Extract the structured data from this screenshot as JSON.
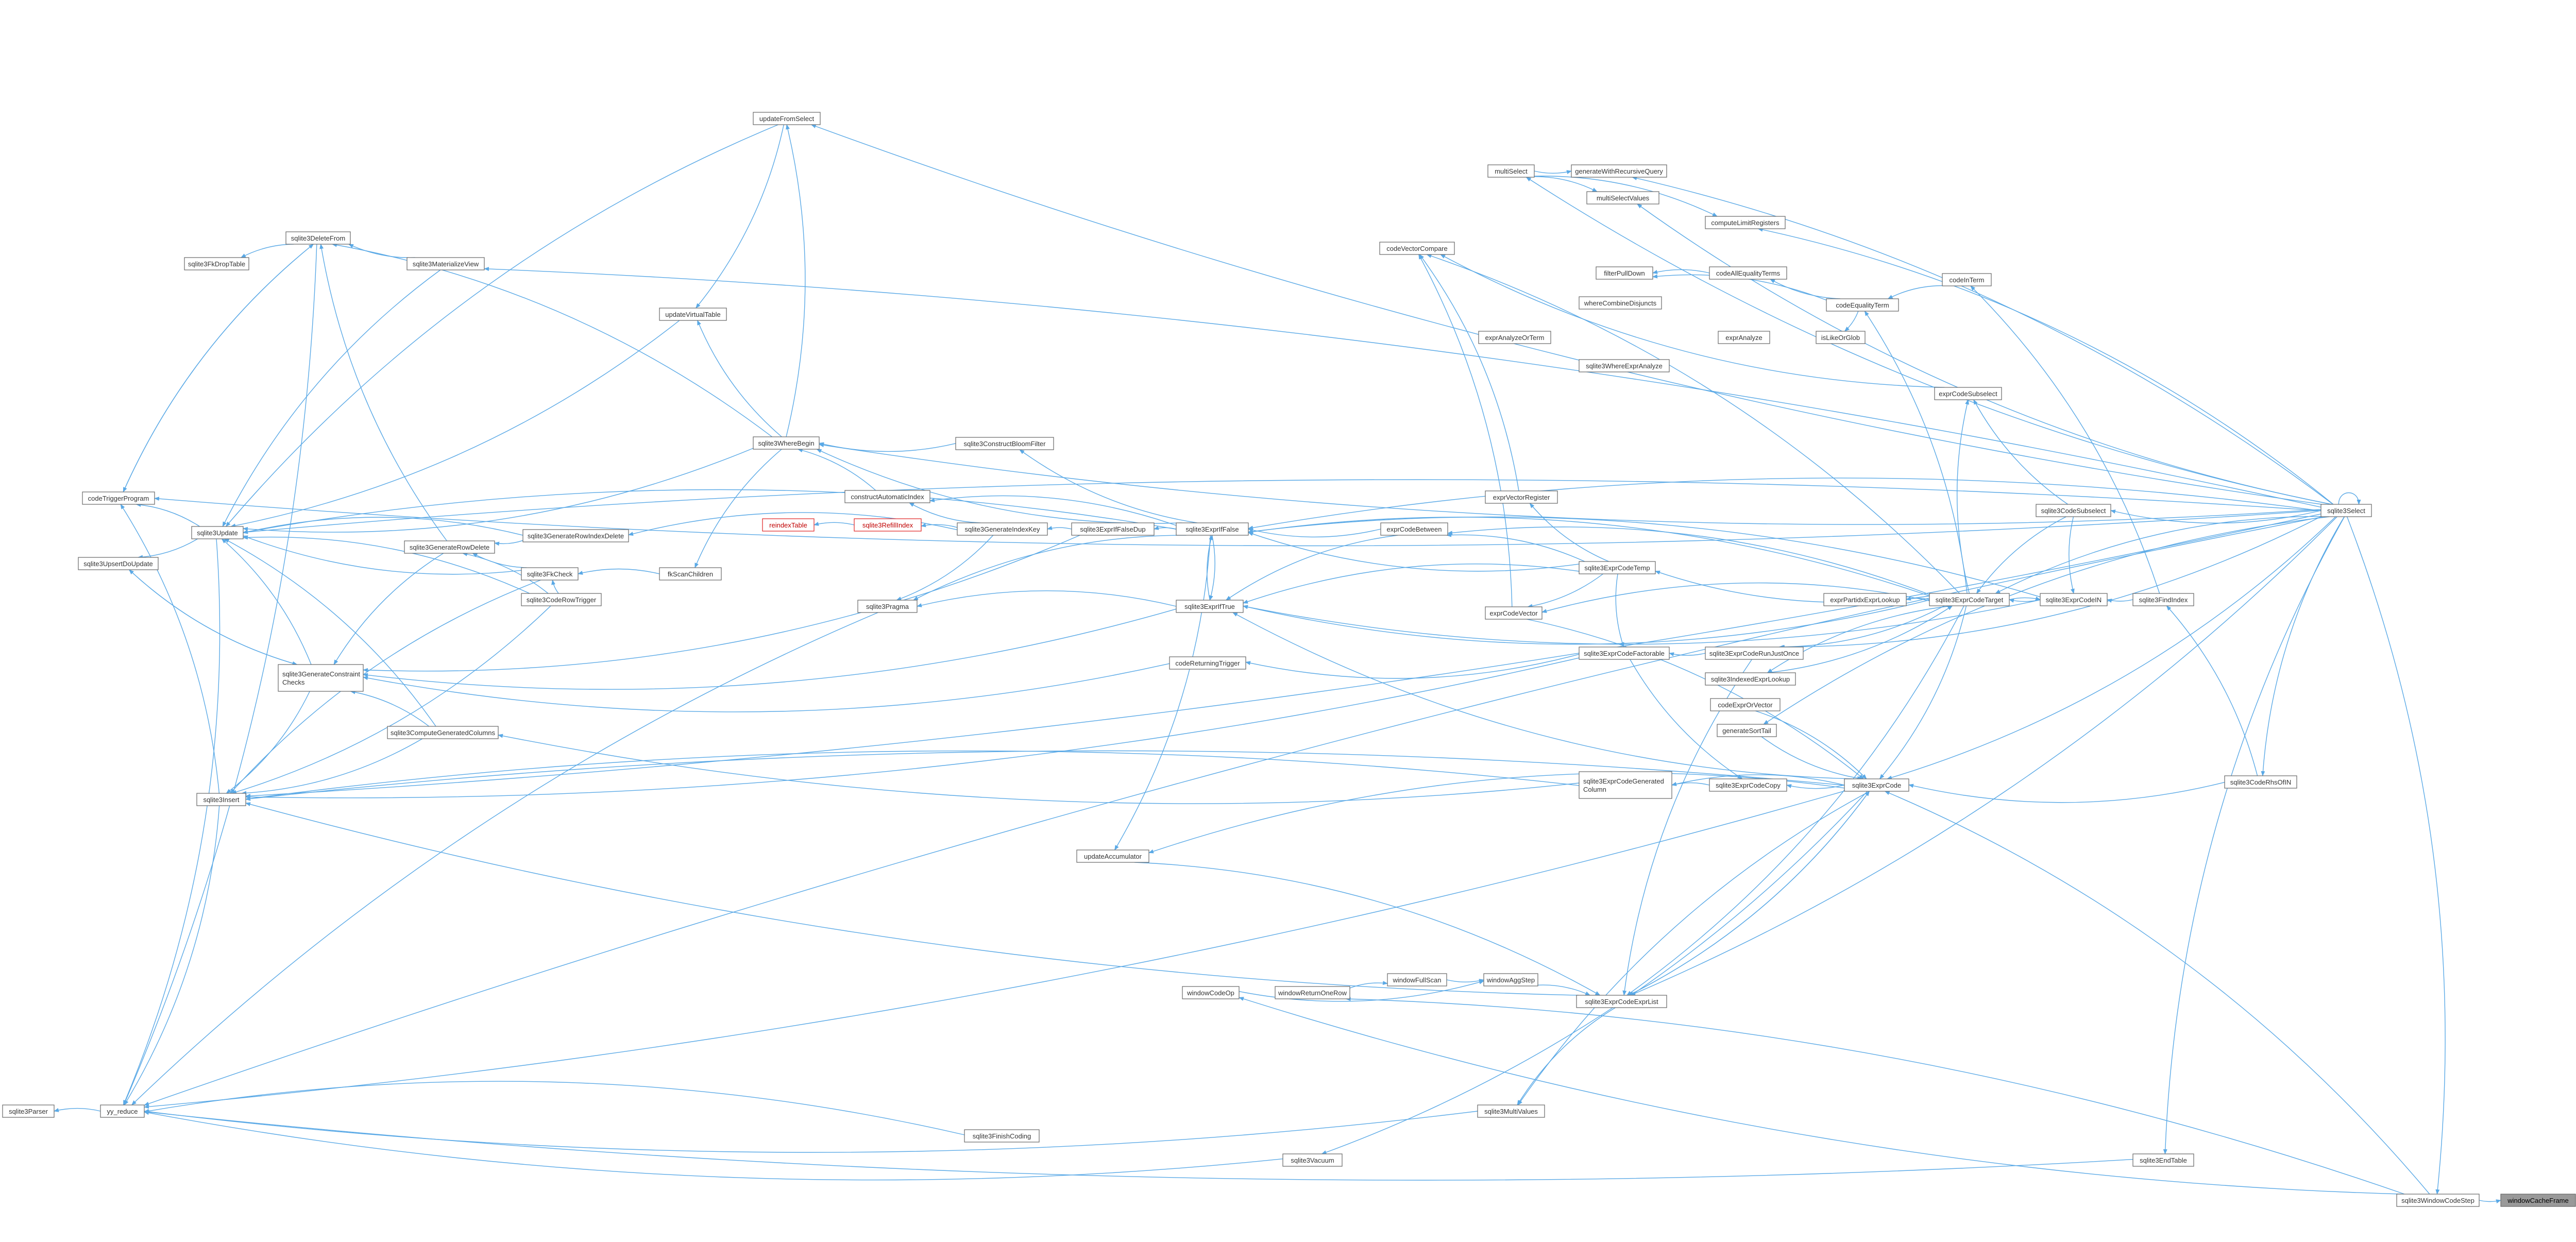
{
  "colors": {
    "edge": "#5aa9e6",
    "node_border": "#666666",
    "node_fill": "#ffffff",
    "node_text": "#333333",
    "highlight_border": "#e02020",
    "highlight_text": "#c00000",
    "focus_fill": "#999999",
    "focus_text": "#000000"
  },
  "graph": {
    "focus_node": "windowCacheFrame",
    "nodes": [
      {
        "id": "windowCacheFrame",
        "label": "windowCacheFrame",
        "style": "focus"
      },
      {
        "id": "sqlite3WindowCodeStep",
        "label": "sqlite3WindowCodeStep"
      },
      {
        "id": "sqlite3Select",
        "label": "sqlite3Select"
      },
      {
        "id": "sqlite3EndTable",
        "label": "sqlite3EndTable"
      },
      {
        "id": "sqlite3FindIndex",
        "label": "sqlite3FindIndex"
      },
      {
        "id": "sqlite3CodeRhsOfIN",
        "label": "sqlite3CodeRhsOfIN"
      },
      {
        "id": "sqlite3ExprCodeIN",
        "label": "sqlite3ExprCodeIN"
      },
      {
        "id": "sqlite3CodeSubselect",
        "label": "sqlite3CodeSubselect"
      },
      {
        "id": "exprCodeSubselect",
        "label": "exprCodeSubselect"
      },
      {
        "id": "codeInTerm",
        "label": "codeInTerm"
      },
      {
        "id": "codeEqualityTerm",
        "label": "codeEqualityTerm"
      },
      {
        "id": "codeAllEqualityTerms",
        "label": "codeAllEqualityTerms"
      },
      {
        "id": "filterPullDown",
        "label": "filterPullDown"
      },
      {
        "id": "multiSelect",
        "label": "multiSelect"
      },
      {
        "id": "generateWithRecursiveQuery",
        "label": "generateWithRecursiveQuery"
      },
      {
        "id": "multiSelectValues",
        "label": "multiSelectValues"
      },
      {
        "id": "computeLimitRegisters",
        "label": "computeLimitRegisters"
      },
      {
        "id": "codeVectorCompare",
        "label": "codeVectorCompare"
      },
      {
        "id": "whereCombineDisjuncts",
        "label": "whereCombineDisjuncts"
      },
      {
        "id": "exprAnalyzeOrTerm",
        "label": "exprAnalyzeOrTerm"
      },
      {
        "id": "exprAnalyze",
        "label": "exprAnalyze"
      },
      {
        "id": "isLikeOrGlob",
        "label": "isLikeOrGlob"
      },
      {
        "id": "sqlite3WhereExprAnalyze",
        "label": "sqlite3WhereExprAnalyze"
      },
      {
        "id": "exprVectorRegister",
        "label": "exprVectorRegister"
      },
      {
        "id": "sqlite3ExprCodeTarget",
        "label": "sqlite3ExprCodeTarget"
      },
      {
        "id": "exprPartidxExprLookup",
        "label": "exprPartidxExprLookup"
      },
      {
        "id": "sqlite3ExprCodeTemp",
        "label": "sqlite3ExprCodeTemp"
      },
      {
        "id": "exprCodeBetween",
        "label": "exprCodeBetween"
      },
      {
        "id": "exprCodeVector",
        "label": "exprCodeVector"
      },
      {
        "id": "sqlite3ExprCodeFactorable",
        "label": "sqlite3ExprCodeFactorable"
      },
      {
        "id": "sqlite3ExprCodeRunJustOnce",
        "label": "sqlite3ExprCodeRunJustOnce"
      },
      {
        "id": "sqlite3IndexedExprLookup",
        "label": "sqlite3IndexedExprLookup"
      },
      {
        "id": "codeExprOrVector",
        "label": "codeExprOrVector"
      },
      {
        "id": "generateSortTail",
        "label": "generateSortTail"
      },
      {
        "id": "sqlite3ExprCode",
        "label": "sqlite3ExprCode"
      },
      {
        "id": "sqlite3ExprCodeCopy",
        "label": "sqlite3ExprCodeCopy"
      },
      {
        "id": "sqlite3ExprCodeGeneratedColumn",
        "label": "sqlite3ExprCodeGenerated\nColumn"
      },
      {
        "id": "sqlite3ExprIfFalse",
        "label": "sqlite3ExprIfFalse"
      },
      {
        "id": "sqlite3ExprIfTrue",
        "label": "sqlite3ExprIfTrue"
      },
      {
        "id": "sqlite3ExprIfFalseDup",
        "label": "sqlite3ExprIfFalseDup"
      },
      {
        "id": "sqlite3ConstructBloomFilter",
        "label": "sqlite3ConstructBloomFilter"
      },
      {
        "id": "constructAutomaticIndex",
        "label": "constructAutomaticIndex"
      },
      {
        "id": "sqlite3GenerateIndexKey",
        "label": "sqlite3GenerateIndexKey"
      },
      {
        "id": "sqlite3RefillIndex",
        "label": "sqlite3RefillIndex",
        "style": "highlight"
      },
      {
        "id": "reindexTable",
        "label": "reindexTable",
        "style": "highlight"
      },
      {
        "id": "sqlite3Pragma",
        "label": "sqlite3Pragma"
      },
      {
        "id": "codeReturningTrigger",
        "label": "codeReturningTrigger"
      },
      {
        "id": "updateAccumulator",
        "label": "updateAccumulator"
      },
      {
        "id": "windowCodeOp",
        "label": "windowCodeOp"
      },
      {
        "id": "windowReturnOneRow",
        "label": "windowReturnOneRow"
      },
      {
        "id": "windowFullScan",
        "label": "windowFullScan"
      },
      {
        "id": "windowAggStep",
        "label": "windowAggStep"
      },
      {
        "id": "sqlite3ExprCodeExprList",
        "label": "sqlite3ExprCodeExprList"
      },
      {
        "id": "sqlite3MultiValues",
        "label": "sqlite3MultiValues"
      },
      {
        "id": "sqlite3FinishCoding",
        "label": "sqlite3FinishCoding"
      },
      {
        "id": "sqlite3Vacuum",
        "label": "sqlite3Vacuum"
      },
      {
        "id": "yy_reduce",
        "label": "yy_reduce"
      },
      {
        "id": "sqlite3Parser",
        "label": "sqlite3Parser"
      },
      {
        "id": "sqlite3Insert",
        "label": "sqlite3Insert"
      },
      {
        "id": "sqlite3Update",
        "label": "sqlite3Update"
      },
      {
        "id": "sqlite3UpsertDoUpdate",
        "label": "sqlite3UpsertDoUpdate"
      },
      {
        "id": "codeTriggerProgram",
        "label": "codeTriggerProgram"
      },
      {
        "id": "sqlite3DeleteFrom",
        "label": "sqlite3DeleteFrom"
      },
      {
        "id": "sqlite3FkDropTable",
        "label": "sqlite3FkDropTable"
      },
      {
        "id": "sqlite3MaterializeView",
        "label": "sqlite3MaterializeView"
      },
      {
        "id": "updateVirtualTable",
        "label": "updateVirtualTable"
      },
      {
        "id": "sqlite3WhereBegin",
        "label": "sqlite3WhereBegin"
      },
      {
        "id": "sqlite3GenerateRowIndexDelete",
        "label": "sqlite3GenerateRowIndexDelete"
      },
      {
        "id": "sqlite3GenerateRowDelete",
        "label": "sqlite3GenerateRowDelete"
      },
      {
        "id": "sqlite3FkCheck",
        "label": "sqlite3FkCheck"
      },
      {
        "id": "fkScanChildren",
        "label": "fkScanChildren"
      },
      {
        "id": "sqlite3CodeRowTrigger",
        "label": "sqlite3CodeRowTrigger"
      },
      {
        "id": "sqlite3GenerateConstraintChecks",
        "label": "sqlite3GenerateConstraint\nChecks"
      },
      {
        "id": "sqlite3ComputeGeneratedColumns",
        "label": "sqlite3ComputeGeneratedColumns"
      },
      {
        "id": "updateFromSelect",
        "label": "updateFromSelect"
      }
    ],
    "edges": [
      [
        "sqlite3WindowCodeStep",
        "windowCacheFrame"
      ],
      [
        "sqlite3Select",
        "sqlite3WindowCodeStep"
      ],
      [
        "sqlite3Select",
        "sqlite3Select"
      ],
      [
        "sqlite3Select",
        "multiSelect"
      ],
      [
        "sqlite3Select",
        "generateWithRecursiveQuery"
      ],
      [
        "sqlite3Select",
        "multiSelectValues"
      ],
      [
        "sqlite3Select",
        "computeLimitRegisters"
      ],
      [
        "sqlite3Select",
        "sqlite3CodeSubselect"
      ],
      [
        "sqlite3Select",
        "sqlite3ExprCodeTarget"
      ],
      [
        "sqlite3Select",
        "sqlite3ExprCode"
      ],
      [
        "sqlite3Select",
        "sqlite3ExprIfFalse"
      ],
      [
        "sqlite3Select",
        "sqlite3WhereBegin"
      ],
      [
        "sqlite3Select",
        "sqlite3Update"
      ],
      [
        "sqlite3Select",
        "sqlite3Insert"
      ],
      [
        "sqlite3Select",
        "yy_reduce"
      ],
      [
        "sqlite3Select",
        "codeTriggerProgram"
      ],
      [
        "sqlite3Select",
        "sqlite3MaterializeView"
      ],
      [
        "sqlite3Select",
        "updateFromSelect"
      ],
      [
        "sqlite3Select",
        "sqlite3EndTable"
      ],
      [
        "sqlite3Select",
        "sqlite3ExprCodeExprList"
      ],
      [
        "sqlite3Select",
        "generateSortTail"
      ],
      [
        "sqlite3Select",
        "sqlite3ExprCodeRunJustOnce"
      ],
      [
        "sqlite3Select",
        "sqlite3CodeRhsOfIN"
      ],
      [
        "sqlite3EndTable",
        "yy_reduce"
      ],
      [
        "sqlite3WindowCodeStep",
        "sqlite3ExprCode"
      ],
      [
        "sqlite3WindowCodeStep",
        "windowCodeOp"
      ],
      [
        "sqlite3WindowCodeStep",
        "windowReturnOneRow"
      ],
      [
        "sqlite3FindIndex",
        "sqlite3ExprCodeIN"
      ],
      [
        "sqlite3FindIndex",
        "codeInTerm"
      ],
      [
        "sqlite3CodeRhsOfIN",
        "sqlite3ExprCode"
      ],
      [
        "sqlite3CodeRhsOfIN",
        "sqlite3FindIndex"
      ],
      [
        "sqlite3ExprCodeIN",
        "sqlite3ExprCodeTarget"
      ],
      [
        "sqlite3ExprCodeIN",
        "sqlite3ExprIfFalse"
      ],
      [
        "sqlite3ExprCodeIN",
        "sqlite3ExprIfTrue"
      ],
      [
        "sqlite3CodeSubselect",
        "sqlite3ExprCodeTarget"
      ],
      [
        "sqlite3CodeSubselect",
        "exprCodeSubselect"
      ],
      [
        "sqlite3CodeSubselect",
        "sqlite3ExprCodeIN"
      ],
      [
        "exprCodeSubselect",
        "codeVectorCompare"
      ],
      [
        "codeInTerm",
        "codeEqualityTerm"
      ],
      [
        "codeEqualityTerm",
        "codeAllEqualityTerms"
      ],
      [
        "codeEqualityTerm",
        "filterPullDown"
      ],
      [
        "codeEqualityTerm",
        "isLikeOrGlob"
      ],
      [
        "codeAllEqualityTerms",
        "filterPullDown"
      ],
      [
        "multiSelect",
        "multiSelectValues"
      ],
      [
        "multiSelect",
        "generateWithRecursiveQuery"
      ],
      [
        "multiSelect",
        "computeLimitRegisters"
      ],
      [
        "sqlite3ExprCodeTarget",
        "codeEqualityTerm"
      ],
      [
        "sqlite3ExprCodeTarget",
        "exprCodeSubselect"
      ],
      [
        "sqlite3ExprCodeTarget",
        "exprPartidxExprLookup"
      ],
      [
        "sqlite3ExprCodeTarget",
        "sqlite3ExprCodeTemp"
      ],
      [
        "sqlite3ExprCodeTarget",
        "exprCodeVector"
      ],
      [
        "sqlite3ExprCodeTarget",
        "sqlite3ExprCodeRunJustOnce"
      ],
      [
        "sqlite3ExprCodeTarget",
        "sqlite3IndexedExprLookup"
      ],
      [
        "sqlite3ExprCodeTarget",
        "sqlite3ExprCode"
      ],
      [
        "sqlite3ExprCodeTarget",
        "sqlite3ExprIfFalse"
      ],
      [
        "sqlite3ExprCodeTarget",
        "sqlite3ExprIfTrue"
      ],
      [
        "sqlite3ExprCodeTarget",
        "exprCodeBetween"
      ],
      [
        "sqlite3ExprCodeTarget",
        "sqlite3ExprCodeExprList"
      ],
      [
        "sqlite3ExprCodeTarget",
        "codeVectorCompare"
      ],
      [
        "sqlite3ExprCodeTarget",
        "sqlite3ExprCodeIN"
      ],
      [
        "exprVectorRegister",
        "codeVectorCompare"
      ],
      [
        "sqlite3ExprCodeTemp",
        "exprVectorRegister"
      ],
      [
        "sqlite3ExprCodeTemp",
        "exprCodeBetween"
      ],
      [
        "sqlite3ExprCodeTemp",
        "sqlite3ExprIfFalse"
      ],
      [
        "sqlite3ExprCodeTemp",
        "sqlite3ExprIfTrue"
      ],
      [
        "sqlite3ExprCodeTemp",
        "exprCodeVector"
      ],
      [
        "sqlite3ExprCodeTemp",
        "sqlite3ExprCodeFactorable"
      ],
      [
        "exprCodeBetween",
        "sqlite3ExprIfFalse"
      ],
      [
        "exprCodeBetween",
        "sqlite3ExprIfTrue"
      ],
      [
        "exprCodeVector",
        "sqlite3ExprCode"
      ],
      [
        "exprCodeVector",
        "codeVectorCompare"
      ],
      [
        "sqlite3ExprCodeRunJustOnce",
        "sqlite3ExprCodeFactorable"
      ],
      [
        "sqlite3ExprCodeRunJustOnce",
        "sqlite3ExprCodeExprList"
      ],
      [
        "sqlite3ExprCodeFactorable",
        "codeReturningTrigger"
      ],
      [
        "sqlite3ExprCodeFactorable",
        "sqlite3ExprCodeCopy"
      ],
      [
        "sqlite3ExprCodeFactorable",
        "sqlite3Insert"
      ],
      [
        "sqlite3IndexedExprLookup",
        "sqlite3ExprCodeTarget"
      ],
      [
        "codeExprOrVector",
        "sqlite3ExprCode"
      ],
      [
        "generateSortTail",
        "sqlite3ExprCode"
      ],
      [
        "sqlite3ExprCode",
        "sqlite3ExprCodeCopy"
      ],
      [
        "sqlite3ExprCode",
        "sqlite3ExprCodeGeneratedColumn"
      ],
      [
        "sqlite3ExprCode",
        "sqlite3ExprIfTrue"
      ],
      [
        "sqlite3ExprCode",
        "updateAccumulator"
      ],
      [
        "sqlite3ExprCode",
        "sqlite3ExprCodeExprList"
      ],
      [
        "sqlite3ExprCode",
        "sqlite3MultiValues"
      ],
      [
        "sqlite3ExprCode",
        "sqlite3Vacuum"
      ],
      [
        "sqlite3ExprCode",
        "sqlite3Insert"
      ],
      [
        "sqlite3ExprCode",
        "yy_reduce"
      ],
      [
        "sqlite3ExprCodeCopy",
        "sqlite3ExprCodeGeneratedColumn"
      ],
      [
        "sqlite3ExprCodeGeneratedColumn",
        "sqlite3ComputeGeneratedColumns"
      ],
      [
        "sqlite3ExprCodeGeneratedColumn",
        "sqlite3Insert"
      ],
      [
        "sqlite3ExprIfFalse",
        "sqlite3ExprIfTrue"
      ],
      [
        "sqlite3ExprIfFalse",
        "sqlite3ExprIfFalseDup"
      ],
      [
        "sqlite3ExprIfFalse",
        "sqlite3ConstructBloomFilter"
      ],
      [
        "sqlite3ExprIfFalse",
        "constructAutomaticIndex"
      ],
      [
        "sqlite3ExprIfFalse",
        "sqlite3WhereBegin"
      ],
      [
        "sqlite3ExprIfFalse",
        "sqlite3Pragma"
      ],
      [
        "sqlite3ExprIfFalse",
        "updateAccumulator"
      ],
      [
        "sqlite3ExprIfFalse",
        "sqlite3Update"
      ],
      [
        "sqlite3ExprIfTrue",
        "sqlite3ExprIfFalse"
      ],
      [
        "sqlite3ExprIfTrue",
        "sqlite3Pragma"
      ],
      [
        "sqlite3ExprIfTrue",
        "sqlite3GenerateConstraintChecks"
      ],
      [
        "sqlite3ExprIfFalseDup",
        "sqlite3GenerateIndexKey"
      ],
      [
        "sqlite3ExprIfFalseDup",
        "sqlite3GenerateConstraintChecks"
      ],
      [
        "sqlite3GenerateIndexKey",
        "sqlite3RefillIndex"
      ],
      [
        "sqlite3GenerateIndexKey",
        "constructAutomaticIndex"
      ],
      [
        "sqlite3GenerateIndexKey",
        "sqlite3GenerateRowIndexDelete"
      ],
      [
        "sqlite3GenerateIndexKey",
        "sqlite3Pragma"
      ],
      [
        "sqlite3RefillIndex",
        "reindexTable"
      ],
      [
        "sqlite3ConstructBloomFilter",
        "sqlite3WhereBegin"
      ],
      [
        "constructAutomaticIndex",
        "sqlite3WhereBegin"
      ],
      [
        "codeReturningTrigger",
        "sqlite3GenerateConstraintChecks"
      ],
      [
        "sqlite3Pragma",
        "yy_reduce"
      ],
      [
        "updateAccumulator",
        "sqlite3ExprCodeExprList"
      ],
      [
        "windowCodeOp",
        "windowAggStep"
      ],
      [
        "windowReturnOneRow",
        "windowFullScan"
      ],
      [
        "windowFullScan",
        "windowAggStep"
      ],
      [
        "windowAggStep",
        "sqlite3ExprCodeExprList"
      ],
      [
        "sqlite3ExprCodeExprList",
        "sqlite3MultiValues"
      ],
      [
        "sqlite3ExprCodeExprList",
        "sqlite3Insert"
      ],
      [
        "sqlite3ExprCodeExprList",
        "sqlite3ExprCode"
      ],
      [
        "sqlite3MultiValues",
        "yy_reduce"
      ],
      [
        "sqlite3FinishCoding",
        "yy_reduce"
      ],
      [
        "sqlite3Vacuum",
        "yy_reduce"
      ],
      [
        "yy_reduce",
        "sqlite3Parser"
      ],
      [
        "sqlite3Insert",
        "yy_reduce"
      ],
      [
        "sqlite3Insert",
        "codeTriggerProgram"
      ],
      [
        "sqlite3Update",
        "sqlite3UpsertDoUpdate"
      ],
      [
        "sqlite3Update",
        "codeTriggerProgram"
      ],
      [
        "sqlite3Update",
        "yy_reduce"
      ],
      [
        "sqlite3UpsertDoUpdate",
        "sqlite3GenerateConstraintChecks"
      ],
      [
        "codeTriggerProgram",
        "sqlite3DeleteFrom"
      ],
      [
        "sqlite3DeleteFrom",
        "sqlite3FkDropTable"
      ],
      [
        "sqlite3DeleteFrom",
        "yy_reduce"
      ],
      [
        "sqlite3DeleteFrom",
        "codeTriggerProgram"
      ],
      [
        "sqlite3MaterializeView",
        "sqlite3DeleteFrom"
      ],
      [
        "sqlite3MaterializeView",
        "sqlite3Update"
      ],
      [
        "updateVirtualTable",
        "sqlite3Update"
      ],
      [
        "updateFromSelect",
        "sqlite3Update"
      ],
      [
        "updateFromSelect",
        "updateVirtualTable"
      ],
      [
        "sqlite3WhereBegin",
        "sqlite3DeleteFrom"
      ],
      [
        "sqlite3WhereBegin",
        "updateVirtualTable"
      ],
      [
        "sqlite3WhereBegin",
        "updateFromSelect"
      ],
      [
        "sqlite3WhereBegin",
        "sqlite3Update"
      ],
      [
        "sqlite3WhereBegin",
        "fkScanChildren"
      ],
      [
        "sqlite3GenerateRowIndexDelete",
        "sqlite3GenerateRowDelete"
      ],
      [
        "sqlite3GenerateRowIndexDelete",
        "sqlite3Update"
      ],
      [
        "sqlite3GenerateRowDelete",
        "sqlite3DeleteFrom"
      ],
      [
        "sqlite3GenerateRowDelete",
        "sqlite3GenerateConstraintChecks"
      ],
      [
        "sqlite3FkCheck",
        "sqlite3GenerateRowDelete"
      ],
      [
        "sqlite3FkCheck",
        "sqlite3Insert"
      ],
      [
        "sqlite3FkCheck",
        "sqlite3Update"
      ],
      [
        "fkScanChildren",
        "sqlite3FkCheck"
      ],
      [
        "sqlite3CodeRowTrigger",
        "sqlite3FkCheck"
      ],
      [
        "sqlite3CodeRowTrigger",
        "sqlite3GenerateRowDelete"
      ],
      [
        "sqlite3CodeRowTrigger",
        "sqlite3Insert"
      ],
      [
        "sqlite3CodeRowTrigger",
        "sqlite3Update"
      ],
      [
        "sqlite3GenerateConstraintChecks",
        "sqlite3Insert"
      ],
      [
        "sqlite3GenerateConstraintChecks",
        "sqlite3Update"
      ],
      [
        "sqlite3GenerateConstraintChecks",
        "sqlite3UpsertDoUpdate"
      ],
      [
        "sqlite3ComputeGeneratedColumns",
        "sqlite3GenerateConstraintChecks"
      ],
      [
        "sqlite3ComputeGeneratedColumns",
        "sqlite3Insert"
      ],
      [
        "sqlite3ComputeGeneratedColumns",
        "sqlite3Update"
      ]
    ]
  }
}
